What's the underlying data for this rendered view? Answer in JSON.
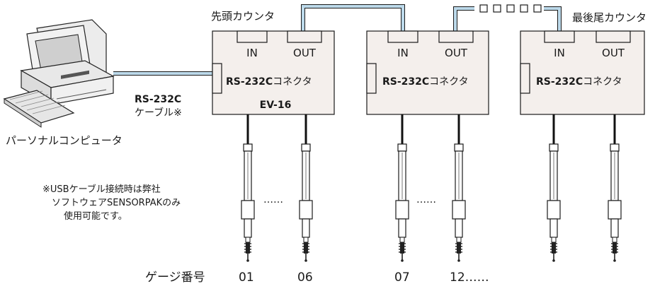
{
  "labels": {
    "first_counter": "先頭カウンタ",
    "last_counter": "最後尾カウンタ",
    "pc": "パーソナルコンピュータ",
    "cable_line1": "RS-232C",
    "cable_line2": "ケーブル※",
    "note_line1": "※USBケーブル接続時は弊社",
    "note_line2": "ソフトウェアSENSORPAKのみ",
    "note_line3": "使用可能です。",
    "gauge_number": "ゲージ番号",
    "dots": "……"
  },
  "counters": [
    {
      "in": "IN",
      "out": "OUT",
      "conn_bold": "RS-232C",
      "conn_rest": "コネクタ",
      "model": "EV-16"
    },
    {
      "in": "IN",
      "out": "OUT",
      "conn_bold": "RS-232C",
      "conn_rest": "コネクタ",
      "model": ""
    },
    {
      "in": "IN",
      "out": "OUT",
      "conn_bold": "RS-232C",
      "conn_rest": "コネクタ",
      "model": ""
    }
  ],
  "gauge_numbers": [
    "01",
    "06",
    "07",
    "12……"
  ],
  "colors": {
    "cable": "#bcd9ea",
    "box": "#f4efec",
    "line": "#1a1a1a"
  }
}
